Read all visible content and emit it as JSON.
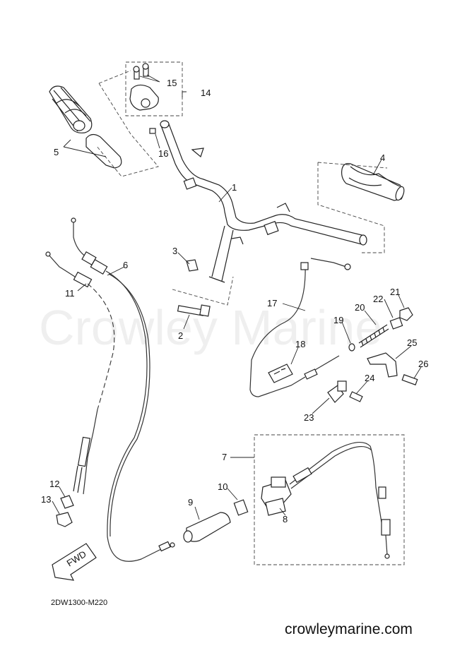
{
  "diagram_code": "2DW1300-M220",
  "site_url": "crowleymarine.com",
  "watermark": "Crowley Marine",
  "fwd_label": "FWD",
  "callouts": {
    "c1": "1",
    "c2": "2",
    "c3": "3",
    "c4": "4",
    "c5": "5",
    "c6": "6",
    "c7": "7",
    "c8": "8",
    "c9": "9",
    "c10": "10",
    "c11": "11",
    "c12": "12",
    "c13": "13",
    "c14": "14",
    "c15": "15",
    "c16": "16",
    "c17": "17",
    "c18": "18",
    "c19": "19",
    "c20": "20",
    "c21": "21",
    "c22": "22",
    "c23": "23",
    "c24": "24",
    "c25": "25",
    "c26": "26"
  }
}
